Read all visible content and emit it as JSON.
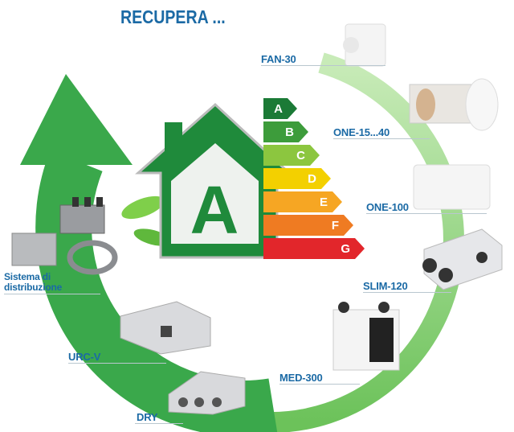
{
  "title": "RECUPERA ...",
  "products": [
    {
      "id": "fan-30",
      "label": "FAN-30"
    },
    {
      "id": "one-15-40",
      "label": "ONE-15...40"
    },
    {
      "id": "one-100",
      "label": "ONE-100"
    },
    {
      "id": "slim-120",
      "label": "SLIM-120"
    },
    {
      "id": "med-300",
      "label": "MED-300"
    },
    {
      "id": "dry",
      "label": "DRY"
    },
    {
      "id": "urc-v",
      "label": "URC-V"
    },
    {
      "id": "sistema",
      "label_line1": "Sistema di",
      "label_line2": "distribuzione"
    }
  ],
  "energy_class": {
    "rating": "A",
    "bars": [
      {
        "letter": "A",
        "color": "#1b7a36"
      },
      {
        "letter": "B",
        "color": "#3d9c3b"
      },
      {
        "letter": "C",
        "color": "#8cc63f"
      },
      {
        "letter": "D",
        "color": "#f3d000"
      },
      {
        "letter": "E",
        "color": "#f6a623"
      },
      {
        "letter": "F",
        "color": "#ef7b22"
      },
      {
        "letter": "G",
        "color": "#e2262b"
      }
    ]
  }
}
